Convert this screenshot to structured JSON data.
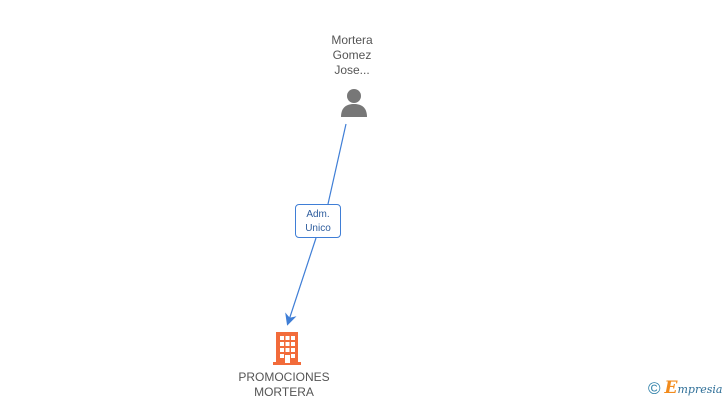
{
  "nodes": {
    "person": {
      "label_lines": [
        "Mortera",
        "Gomez",
        "Jose..."
      ],
      "icon": "person-icon",
      "color": "#777777"
    },
    "company": {
      "label_lines": [
        "PROMOCIONES",
        "MORTERA"
      ],
      "icon": "building-icon",
      "color": "#f26b3a"
    }
  },
  "edge": {
    "from": "person",
    "to": "company",
    "label_lines": [
      "Adm.",
      "Unico"
    ],
    "color": "#3f7ed6"
  },
  "credit": {
    "copyright_symbol": "©",
    "brand": "Empresia",
    "brand_initial": "E",
    "brand_rest": "mpresia"
  }
}
